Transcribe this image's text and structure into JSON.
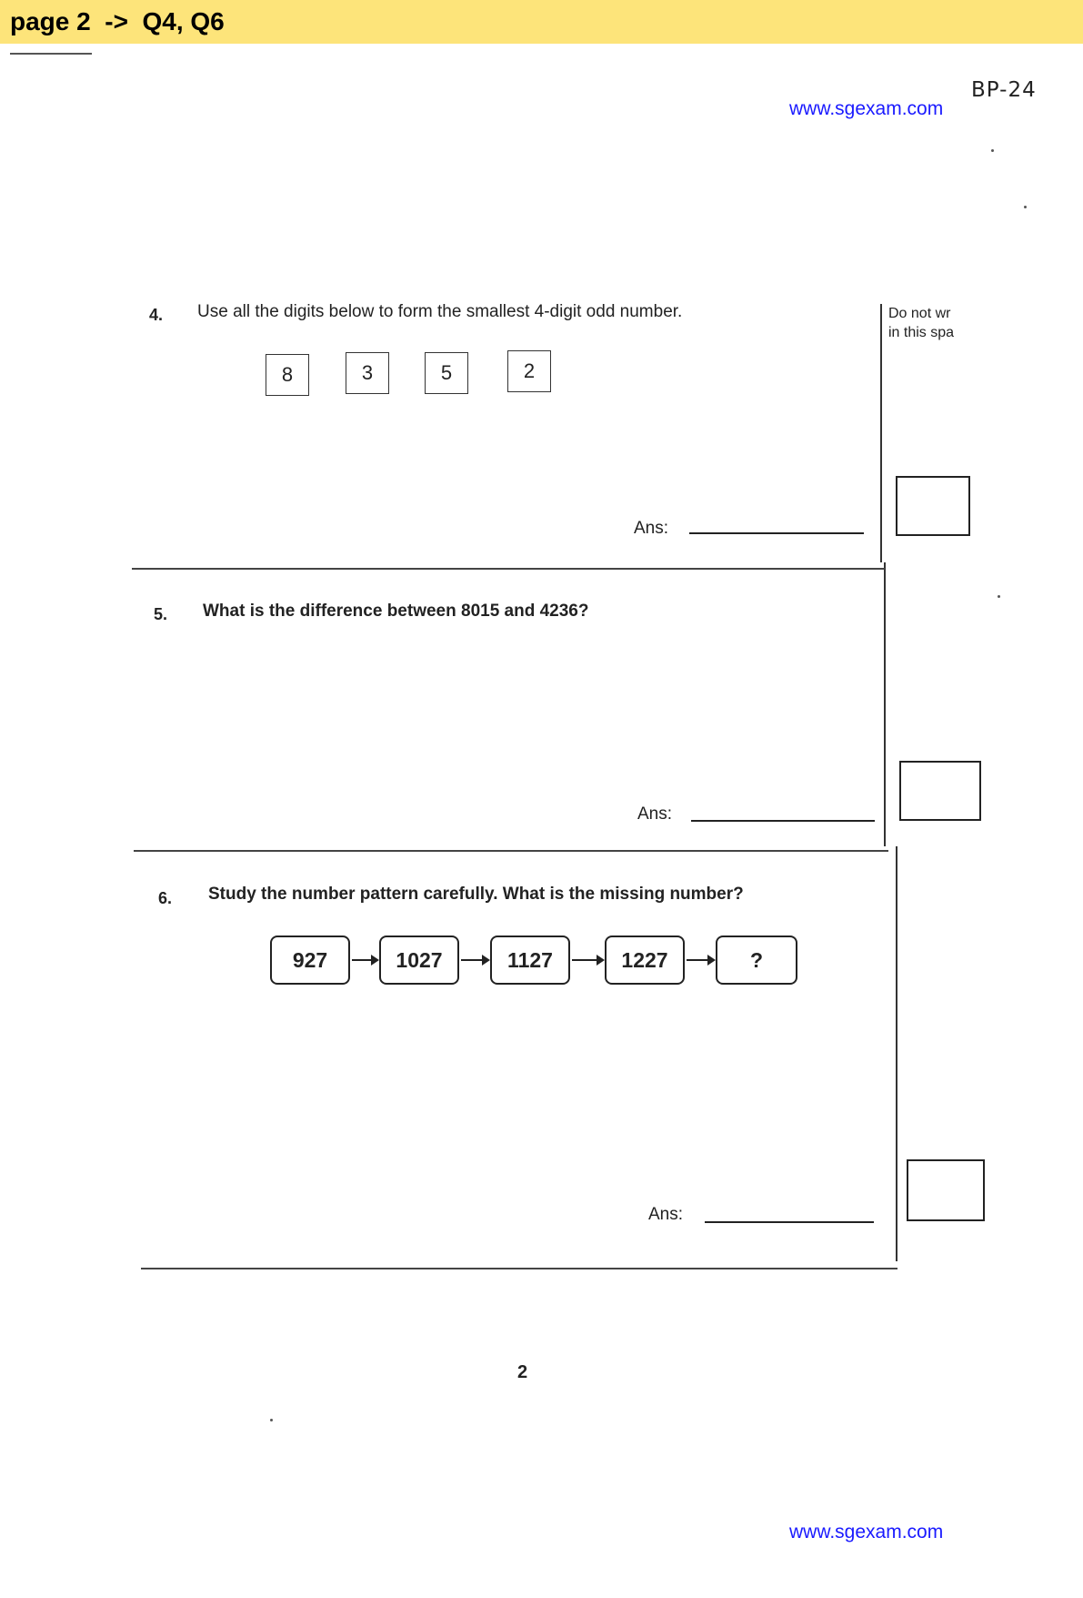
{
  "header": {
    "banner_text": "page 2  ->  Q4, Q6",
    "paper_code": "BP-24",
    "url_top": "www.sgexam.com"
  },
  "margin_note": {
    "line1": "Do not wr",
    "line2": "in this spa"
  },
  "questions": [
    {
      "number": "4.",
      "text": "Use all the digits below to form the smallest 4-digit odd number.",
      "digits": [
        "8",
        "3",
        "5",
        "2"
      ],
      "answer_label": "Ans:"
    },
    {
      "number": "5.",
      "text": "What is the difference between 8015 and 4236?",
      "answer_label": "Ans:"
    },
    {
      "number": "6.",
      "text": "Study the number pattern carefully. What is the missing number?",
      "pattern": [
        "927",
        "1027",
        "1127",
        "1227",
        "?"
      ],
      "answer_label": "Ans:"
    }
  ],
  "footer": {
    "page_number": "2",
    "url_bottom": "www.sgexam.com"
  },
  "colors": {
    "banner": "#fde47a",
    "link": "#1a1aff"
  }
}
